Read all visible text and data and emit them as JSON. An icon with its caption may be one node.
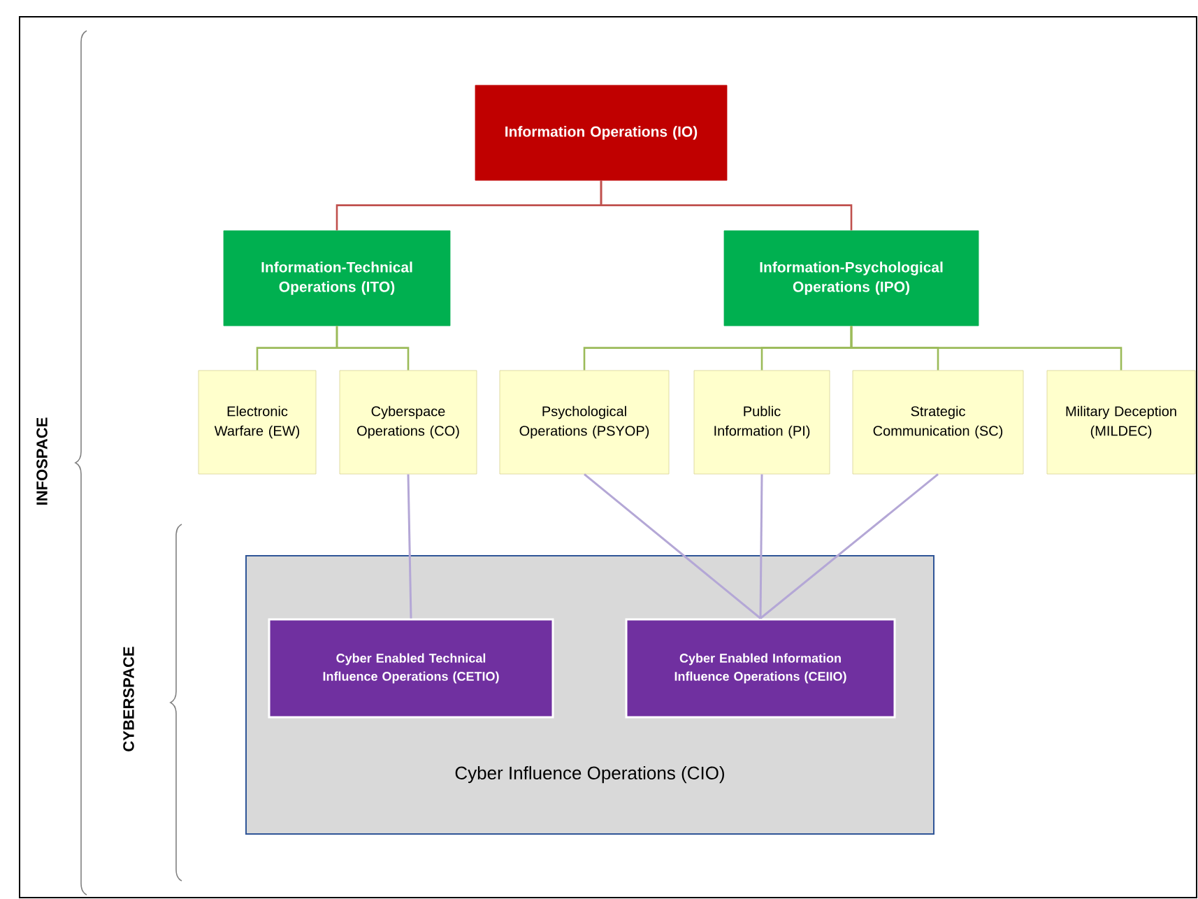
{
  "diagram": {
    "nodes": [
      {
        "text": [
          "Information Operations (IO)"
        ]
      },
      {
        "text": [
          "Information-Technical Operations (ITO)"
        ]
      },
      {
        "text": [
          "Information-Psychological Operations (IPO)"
        ]
      },
      {
        "text": [
          "Electronic Warfare (EW)"
        ]
      },
      {
        "text": [
          "Cyberspace Operations (CO)"
        ]
      },
      {
        "text": [
          "Psychological Operations (PSYOP)"
        ]
      },
      {
        "text": [
          "Public Information (PI)"
        ]
      },
      {
        "text": [
          "Strategic Communication (SC)"
        ]
      },
      {
        "text": [
          "Military Deception (MILDEC)"
        ]
      },
      {
        "text": [
          "Cyber Influence Operations (CIO)"
        ]
      },
      {
        "text": [
          "Cyber Enabled Technical Influence Operations (CETIO)"
        ],
        "in": 9
      },
      {
        "text": [
          "Cyber Enabled Information Influence Operations (CEIIO)"
        ],
        "in": 9
      }
    ],
    "edges": [
      {
        "from": 0,
        "to": 1,
        "arrow": "none",
        "color": "#c0504d"
      },
      {
        "from": 0,
        "to": 2,
        "arrow": "none",
        "color": "#c0504d"
      },
      {
        "from": 1,
        "to": 3,
        "arrow": "none"
      },
      {
        "from": 1,
        "to": 4,
        "arrow": "none"
      },
      {
        "from": 2,
        "to": 5,
        "arrow": "none"
      },
      {
        "from": 2,
        "to": 6,
        "arrow": "none"
      },
      {
        "from": 2,
        "to": 7,
        "arrow": "none"
      },
      {
        "from": 2,
        "to": 8,
        "arrow": "none"
      },
      {
        "from": 4,
        "to": 10,
        "arrow": "none",
        "color": "#b4a7d6"
      },
      {
        "from": 5,
        "to": 11,
        "arrow": "none",
        "color": "#b4a7d6"
      },
      {
        "from": 6,
        "to": 11,
        "arrow": "none",
        "color": "#b4a7d6"
      },
      {
        "from": 7,
        "to": 11,
        "arrow": "none",
        "color": "#b4a7d6"
      }
    ],
    "labels": [
      "INFOSPACE",
      "CYBERSPACE"
    ]
  }
}
